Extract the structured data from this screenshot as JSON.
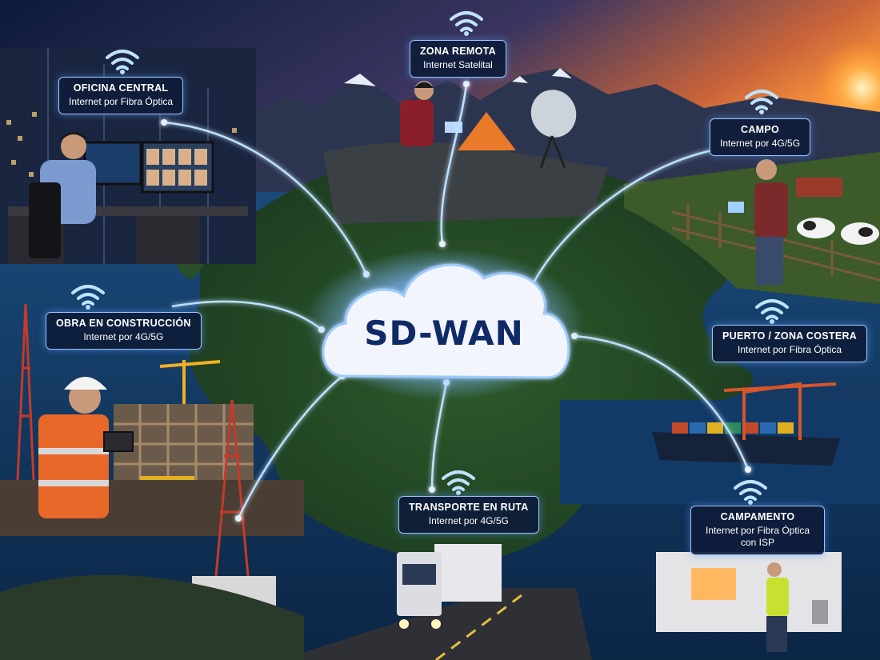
{
  "center": {
    "title": "SD-WAN"
  },
  "sites": [
    {
      "id": "oficina",
      "title": "OFICINA CENTRAL",
      "subtitle": "Internet por Fibra Óptica"
    },
    {
      "id": "remota",
      "title": "ZONA REMOTA",
      "subtitle": "Internet Satelital"
    },
    {
      "id": "campo",
      "title": "CAMPO",
      "subtitle": "Internet por 4G/5G"
    },
    {
      "id": "obra",
      "title": "OBRA EN CONSTRUCCIÓN",
      "subtitle": "Internet por 4G/5G"
    },
    {
      "id": "puerto",
      "title": "PUERTO / ZONA COSTERA",
      "subtitle": "Internet por Fibra Óptica"
    },
    {
      "id": "transporte",
      "title": "TRANSPORTE EN RUTA",
      "subtitle": "Internet por 4G/5G"
    },
    {
      "id": "campamento",
      "title": "CAMPAMENTO",
      "subtitle": "Internet por Fibra Óptica con ISP"
    }
  ],
  "icons": {
    "wifi": "wifi-icon",
    "cloud": "cloud-icon",
    "satellite-dish": "satellite-dish-icon",
    "truck": "truck-icon",
    "cell-tower": "cell-tower-icon",
    "container-ship": "container-ship-icon",
    "tent": "tent-icon"
  },
  "colors": {
    "link": "#bfe0ff",
    "label_bg": "#0e1c3a",
    "label_border": "#9fc4ff",
    "cloud_text": "#0f2a66",
    "sky_top": "#0c1a3c",
    "sunset": "#ff8a2a"
  }
}
